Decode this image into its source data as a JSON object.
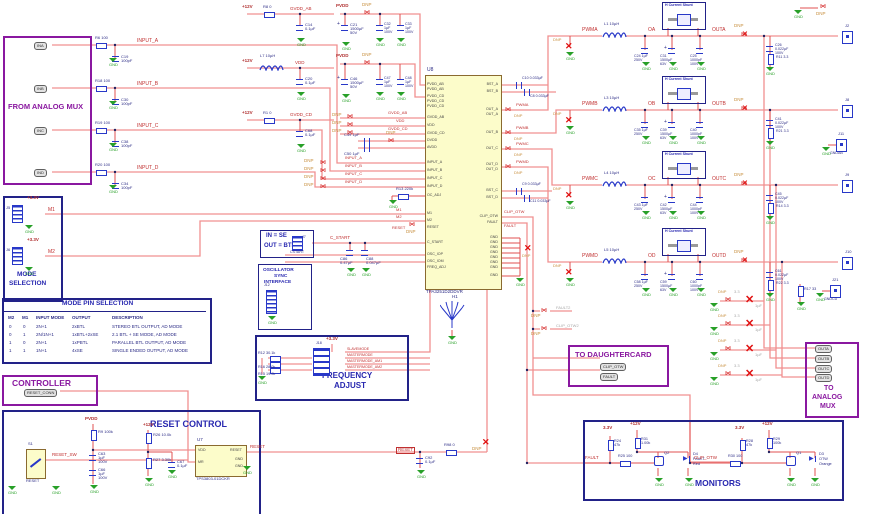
{
  "c": {
    "gnd": "GND",
    "dnp": "DNP",
    "p12": "+12V",
    "p33": "+3.3V",
    "v33": "3.3V",
    "pvdd": "PVDD"
  },
  "amux_in": {
    "title": "FROM ANALOG MUX",
    "conns": [
      "INA",
      "INB",
      "INC",
      "IND"
    ],
    "rows": [
      {
        "res": "R6 100",
        "cap": "C19 100pF",
        "net": "INPUT_A"
      },
      {
        "res": "R18 100",
        "cap": "C30 100pF",
        "net": "INPUT_B"
      },
      {
        "res": "R19 100",
        "cap": "C38 100pF",
        "net": "INPUT_C"
      },
      {
        "res": "R20 100",
        "cap": "C34 100pF",
        "net": "INPUT_D"
      }
    ]
  },
  "mode": {
    "t1": "MODE",
    "t2": "SELECTION",
    "j1": "J5",
    "j2": "J6",
    "n1": "M1",
    "n2": "M2"
  },
  "mt": {
    "title": "MODE PIN SELECTION",
    "h": [
      "M2",
      "M1",
      "INPUT MODE",
      "OUTPUT",
      "DESCRIPTION"
    ],
    "rows": [
      [
        "0",
        "0",
        "2N+1",
        "2xBTL",
        "STEREO BTL OUTPUT, AD MODE"
      ],
      [
        "0",
        "1",
        "2N/1N+1",
        "1xBTL+2xSE",
        "2.1 BTL + SE MODE, AD MODE"
      ],
      [
        "1",
        "0",
        "2N+1",
        "1xPBTL",
        "PARALLEL BTL OUTPUT, AD MODE"
      ],
      [
        "1",
        "1",
        "1N+1",
        "4xSE",
        "SINGLE ENDED OUTPUT, AD MODE"
      ]
    ]
  },
  "ctrl": {
    "title": "CONTROLLER",
    "conn": "RESET_CONN"
  },
  "rst": {
    "title": "RESET CONTROL",
    "s1": "S1",
    "s1_label": "RESET",
    "net_sw": "RESET_SW",
    "r9": "R9 100k",
    "c1": "C63 1µF 100V",
    "c2": "C66 1µF 100V",
    "r26": "R26 10.0k",
    "r27": "R27 3.30k",
    "c67": "C67 0.1µF",
    "u7": "U7",
    "u7_part": "TPS3803-01DCKR",
    "u7_pins": [
      "VDD",
      "MR",
      "RESET",
      "GND",
      "GND"
    ],
    "net_out": "RESET",
    "c92": "C92 0.1µF",
    "r98": "R98 0"
  },
  "ic": {
    "ref": "U8",
    "part": "TPA3251D2DDVR",
    "lp": [
      "PVDD_AB",
      "PVDD_AB",
      "PVDD_CD",
      "PVDD_CD",
      "PVDD_CD",
      "GVDD_AB",
      "VDD",
      "GVDD_CD",
      "DVDD",
      "AVDD",
      "INPUT_A",
      "INPUT_B",
      "INPUT_C",
      "INPUT_D",
      "OC_ADJ",
      "M1",
      "M2",
      "RESET",
      "C_START",
      "OSC_IOP",
      "OSC_IOM",
      "FREQ_ADJ"
    ],
    "rp": [
      "BST_A",
      "BST_B",
      "OUT_A",
      "OUT_A",
      "OUT_B",
      "OUT_C",
      "OUT_D",
      "OUT_D",
      "BST_C",
      "BST_D",
      "CLIP_OTW",
      "FAULT",
      "GND",
      "GND",
      "GND",
      "GND",
      "GND",
      "GND",
      "GND",
      "GND"
    ],
    "bst": [
      "C10 0.033µF",
      "C8 0.033µF",
      "C9 0.033µF",
      "C11 0.033µF"
    ],
    "pwm": [
      "PWMA",
      "PWMB",
      "PWMC",
      "PWMD"
    ],
    "n_clip": "CLIP_OTW",
    "n_fault": "FAULT",
    "roc": "R13 220k",
    "n_m1": "M1",
    "n_m2": "M2",
    "n_rst": "RESET",
    "h1": "H1"
  },
  "pwr": {
    "r8": "R8 0",
    "n1": "GVDD_AB",
    "c14": "C14 0.1µF",
    "l7": "L7 10µH",
    "n2": "VDD",
    "c20": "C20 0.1µF",
    "r1": "R1 0",
    "n3": "GVDD_CD",
    "c68": "C68 0.1µF",
    "c21": "C21 1500µF 50V",
    "c32": "C32 1µF 100V",
    "c33": "C33 1µF 100V",
    "c46": "C46 1500µF 50V",
    "c47": "C47 1µF 100V",
    "c48": "C48 1µF 100V",
    "bead_nets": [
      "GVDD_AB",
      "VDD",
      "GVDD_CD"
    ],
    "c49": "C49 1µF",
    "c50": "C50 1µF"
  },
  "cs": {
    "l1": "IN = SE",
    "l2": "OUT = BTL",
    "j7": "J7",
    "j7l": "CSTART",
    "net": "C_START",
    "c86": "C86 0.47µF",
    "c88": "C88 0.047µF"
  },
  "osc": {
    "t1": "OSCILLATOR",
    "t2": "SYNC",
    "t3": "INTERFACE",
    "j12": "J12"
  },
  "fa": {
    "t1": "FREQUENCY",
    "t2": "ADJUST",
    "j18": "J18",
    "res": [
      "R12 30.1k",
      "R16 28.0k",
      "R15 19.0k"
    ],
    "nets": [
      "SLAVEMODE",
      "MASTERMODE",
      "MASTERMODE_AM1",
      "MASTERMODE_AM2"
    ]
  },
  "dc": {
    "title": "TO DAUGHTERCARD",
    "c1": "CLIP_OTW",
    "c2": "FAULT",
    "b1": "FAULT2",
    "b2": "CLIP_OTW2"
  },
  "amux_out": {
    "t1": "TO",
    "t2": "ANALOG",
    "t3": "MUX",
    "conns": [
      "OUTA",
      "OUTB",
      "OUTC",
      "OUTD"
    ]
  },
  "ch": [
    {
      "pwm": "PWMA",
      "l": "L1 10µH",
      "node": "OA",
      "film": "C24 1µF 250V",
      "bulk": "C31 1500µF 63V",
      "post": "C25 1000pF 100V",
      "out": "OUTA",
      "zc": "C26 0.022µF 100V",
      "zr": "R11 3.3",
      "conn": "J2",
      "shunt": "H Current Shunt"
    },
    {
      "pwm": "PWMB",
      "l": "L3 10µH",
      "node": "OB",
      "film": "C35 1µF 250V",
      "bulk": "C39 1500µF 63V",
      "post": "C40 1000pF 100V",
      "out": "OUTB",
      "zc": "C41 0.022µF 100V",
      "zr": "R21 3.3",
      "conn": "J8",
      "shunt": "H Current Shunt"
    },
    {
      "pwm": "PWMC",
      "l": "L4 10µH",
      "node": "OC",
      "film": "C43 1µF 250V",
      "bulk": "C42 1500µF 63V",
      "post": "C44 1000pF 100V",
      "out": "OUTC",
      "zc": "C45 0.022µF 100V",
      "zr": "R14 3.3",
      "conn": "J9",
      "shunt": "H Current Shunt"
    },
    {
      "pwm": "PWMD",
      "l": "L5 10µH",
      "node": "OD",
      "film": "C58 1µF 250V",
      "bulk": "C59 1500µF 63V",
      "post": "C60 1000pF 100V",
      "out": "OUTD",
      "zc": "C61 0.022µF 100V",
      "zr": "R22 3.3",
      "conn": "J10",
      "shunt": "H Current Shunt"
    }
  ],
  "sense": {
    "rows": [
      {
        "r": "3.3",
        "c": "1µF"
      },
      {
        "r": "3.3",
        "c": "1µF"
      },
      {
        "r": "3.3",
        "c": "1µF"
      },
      {
        "r": "3.3",
        "c": "1µF"
      }
    ],
    "r17": "R17 33",
    "j11": "J11",
    "j11l": "GNDAB",
    "j21": "J21",
    "j21l": "GNDCD"
  },
  "mon": {
    "title": "MONITORS",
    "l": {
      "rpu": "R24 47k",
      "rc": "R31 1.00k",
      "net": "FAULT",
      "rb": "R25 100",
      "q": "Q2",
      "d": "D4",
      "dl": "FAULT",
      "dc": "Red"
    },
    "r": {
      "rpu": "R28 47k",
      "rc": "R29 100k",
      "net": "CLIP_OTW",
      "rb": "R30 100",
      "q": "Q1",
      "d": "D3",
      "dl": "OTW",
      "dc": "Orange"
    }
  }
}
